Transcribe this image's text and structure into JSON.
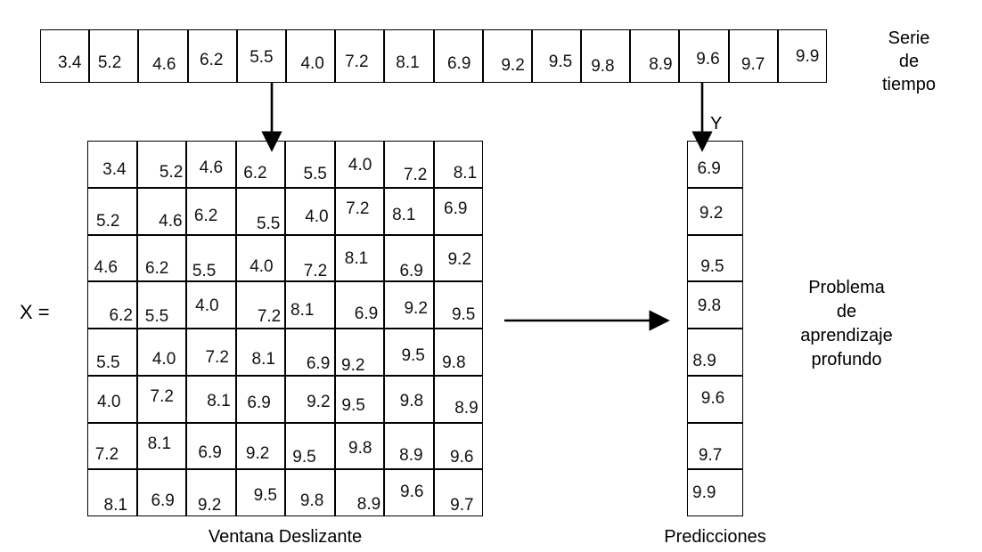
{
  "diagram": {
    "title_hidden": "",
    "series": {
      "name": "time-series-strip",
      "values": [
        "3.4",
        "5.2",
        "4.6",
        "6.2",
        "5.5",
        "4.0",
        "7.2",
        "8.1",
        "6.9",
        "9.2",
        "9.5",
        "9.8",
        "8.9",
        "9.6",
        "9.7",
        "9.9"
      ],
      "label": "Serie\nde\ntiempo"
    },
    "x_matrix": {
      "name": "sliding-window-matrix",
      "label": "X =",
      "caption": "Ventana Deslizante",
      "rows": [
        [
          "3.4",
          "5.2",
          "4.6",
          "6.2",
          "5.5",
          "4.0",
          "7.2",
          "8.1"
        ],
        [
          "5.2",
          "4.6",
          "6.2",
          "5.5",
          "4.0",
          "7.2",
          "8.1",
          "6.9"
        ],
        [
          "4.6",
          "6.2",
          "5.5",
          "4.0",
          "7.2",
          "8.1",
          "6.9",
          "9.2"
        ],
        [
          "6.2",
          "5.5",
          "4.0",
          "7.2",
          "8.1",
          "6.9",
          "9.2",
          "9.5"
        ],
        [
          "5.5",
          "4.0",
          "7.2",
          "8.1",
          "6.9",
          "9.2",
          "9.5",
          "9.8"
        ],
        [
          "4.0",
          "7.2",
          "8.1",
          "6.9",
          "9.2",
          "9.5",
          "9.8",
          "8.9"
        ],
        [
          "7.2",
          "8.1",
          "6.9",
          "9.2",
          "9.5",
          "9.8",
          "8.9",
          "9.6"
        ],
        [
          "8.1",
          "6.9",
          "9.2",
          "9.5",
          "9.8",
          "8.9",
          "9.6",
          "9.7"
        ]
      ]
    },
    "y_column": {
      "name": "predictions-column",
      "label": "Y",
      "caption": "Predicciones",
      "values": [
        "6.9",
        "9.2",
        "9.5",
        "9.8",
        "8.9",
        "9.6",
        "9.7",
        "9.9"
      ]
    },
    "process_label": "Problema\nde\naprendizaje\nprofundo",
    "colors": {
      "stroke": "#000000",
      "text": "#111111",
      "background": "#ffffff"
    },
    "arrows": [
      {
        "name": "arrow-series-to-matrix",
        "direction": "down"
      },
      {
        "name": "arrow-series-to-predictions",
        "direction": "down"
      },
      {
        "name": "arrow-matrix-to-predictions",
        "direction": "right"
      }
    ]
  }
}
